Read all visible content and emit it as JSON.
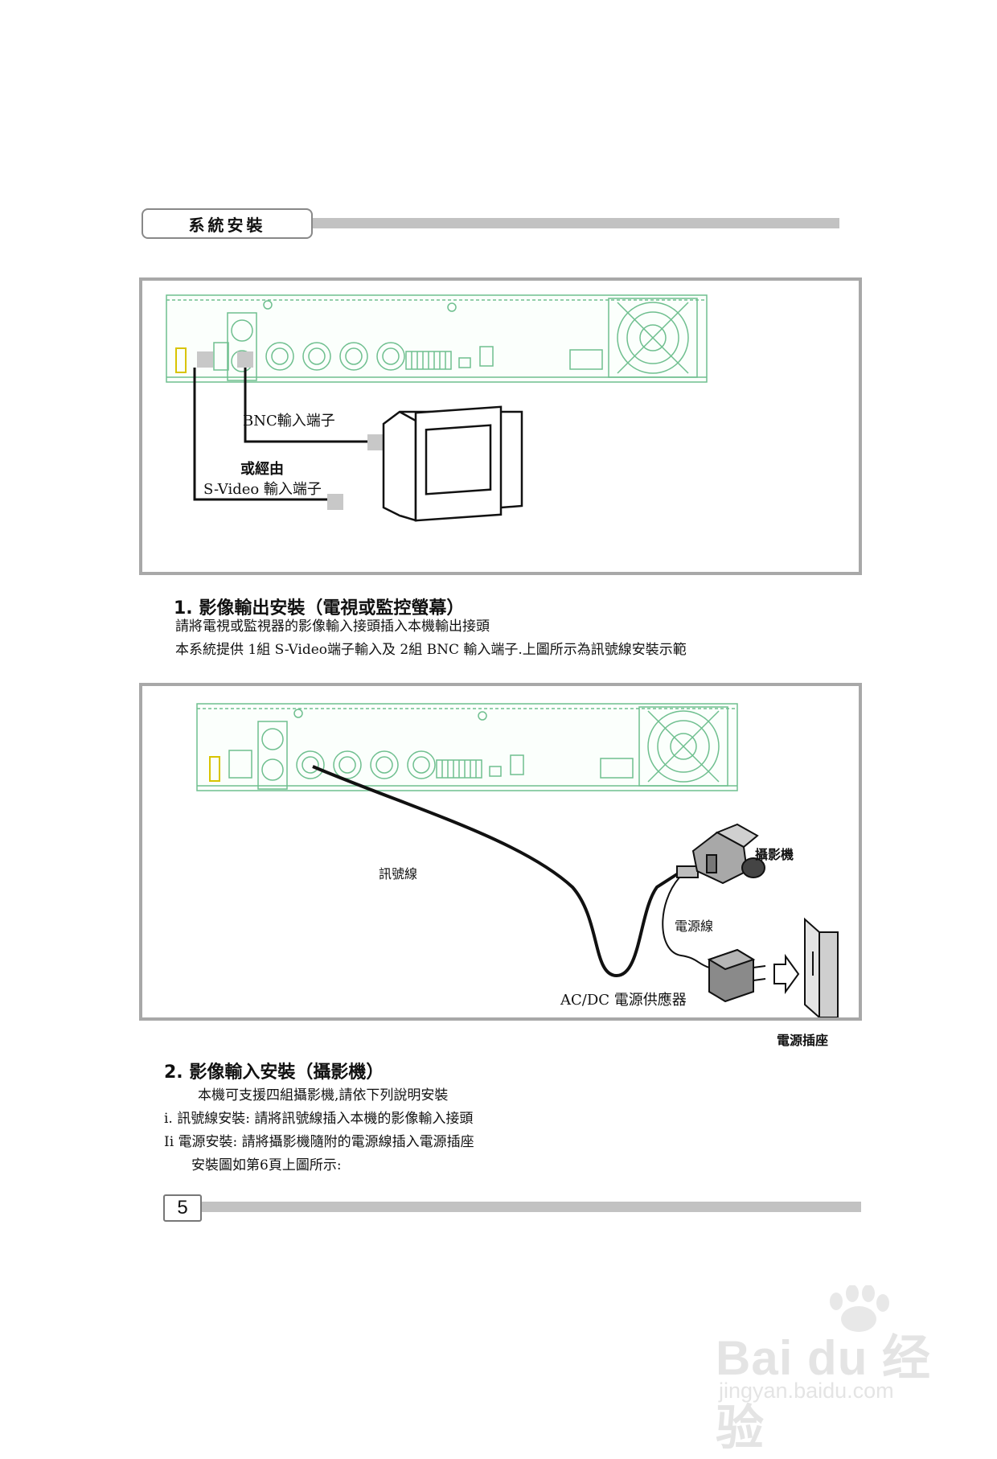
{
  "header": {
    "title": "系統安裝"
  },
  "figure1": {
    "bnc_label": "BNC輸入端子",
    "or_label": "或經由",
    "svideo_label": "S-Video 輸入端子"
  },
  "section1": {
    "title_num": "1.",
    "title_text": "影像輸出安裝（電視或監控螢幕）",
    "lines": [
      "請將電視或監視器的影像輸入接頭插入本機輸出接頭",
      "本系統提供 1組 S-Video端子輸入及 2組 BNC 輸入端子.上圖所示為訊號線安裝示範"
    ]
  },
  "figure2": {
    "signal_cable": "訊號線",
    "camera": "攝影機",
    "power_cable": "電源線",
    "adapter": "AC/DC 電源供應器",
    "outlet": "電源插座"
  },
  "section2": {
    "title_num": "2.",
    "title_text": "影像輸入安裝（攝影機）",
    "lines": [
      "本機可支援四組攝影機,請依下列說明安裝",
      "i.  訊號線安裝: 請將訊號線插入本機的影像輸入接頭",
      "Ii  電源安裝: 請將攝影機隨附的電源線插入電源插座",
      "安裝圖如第6頁上圖所示:"
    ]
  },
  "footer": {
    "page_number": "5"
  },
  "watermark": {
    "main": "Bai du 经验",
    "sub": "jingyan.baidu.com"
  },
  "colors": {
    "panel_border": "#a8a8a8",
    "rule": "#c2c2c2",
    "device_green": "#6fbf8f"
  }
}
